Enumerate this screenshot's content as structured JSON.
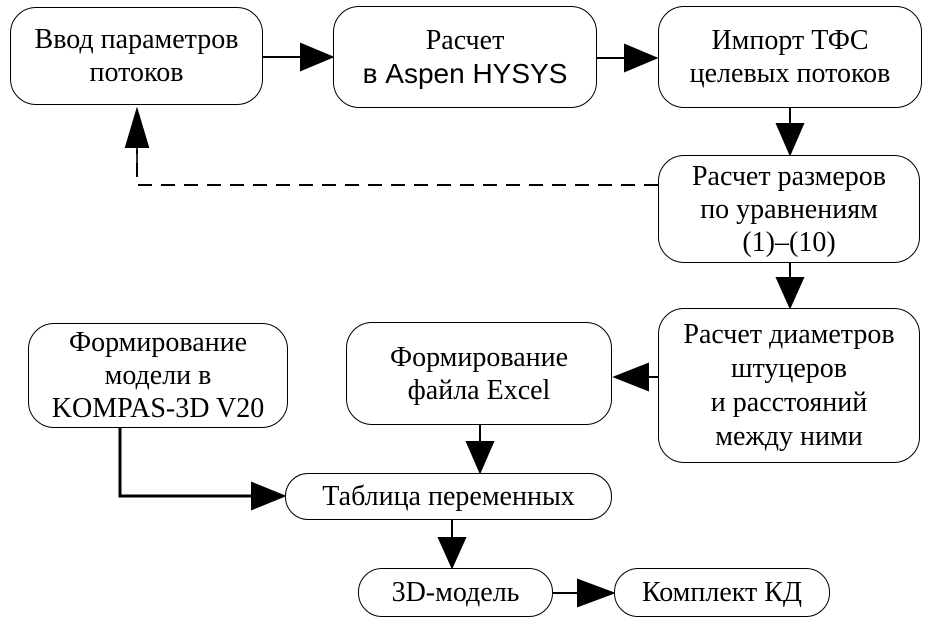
{
  "diagram": {
    "type": "flowchart",
    "colors": {
      "background": "#ffffff",
      "stroke": "#000000",
      "text": "#000000"
    },
    "nodes": [
      {
        "id": "input-params",
        "lines": [
          "Ввод параметров",
          "потоков"
        ]
      },
      {
        "id": "hysys-calc",
        "lines": [
          "Расчет",
          "в Aspen HYSYS"
        ]
      },
      {
        "id": "import-tfs",
        "lines": [
          "Импорт ТФС",
          "целевых потоков"
        ]
      },
      {
        "id": "size-calc",
        "lines": [
          "Расчет размеров",
          "по уравнениям",
          "(1)–(10)"
        ]
      },
      {
        "id": "nozzle-calc",
        "lines": [
          "Расчет диаметров",
          "штуцеров",
          "и расстояний",
          "между ними"
        ]
      },
      {
        "id": "excel-file",
        "lines": [
          "Формирование",
          "файла Excel"
        ]
      },
      {
        "id": "kompas-model",
        "lines": [
          "Формирование",
          "модели в",
          "KOMPAS-3D V20"
        ]
      },
      {
        "id": "variables-table",
        "lines": [
          "Таблица переменных"
        ]
      },
      {
        "id": "model-3d",
        "lines": [
          "3D-модель"
        ]
      },
      {
        "id": "design-docs",
        "lines": [
          "Комплект КД"
        ]
      }
    ],
    "edges": [
      {
        "from": "input-params",
        "to": "hysys-calc",
        "style": "solid"
      },
      {
        "from": "hysys-calc",
        "to": "import-tfs",
        "style": "solid"
      },
      {
        "from": "import-tfs",
        "to": "size-calc",
        "style": "solid"
      },
      {
        "from": "size-calc",
        "to": "nozzle-calc",
        "style": "solid"
      },
      {
        "from": "nozzle-calc",
        "to": "excel-file",
        "style": "solid"
      },
      {
        "from": "excel-file",
        "to": "variables-table",
        "style": "solid"
      },
      {
        "from": "kompas-model",
        "to": "variables-table",
        "style": "solid"
      },
      {
        "from": "variables-table",
        "to": "model-3d",
        "style": "solid"
      },
      {
        "from": "model-3d",
        "to": "design-docs",
        "style": "solid"
      },
      {
        "from": "size-calc",
        "to": "input-params",
        "style": "dashed"
      }
    ]
  }
}
